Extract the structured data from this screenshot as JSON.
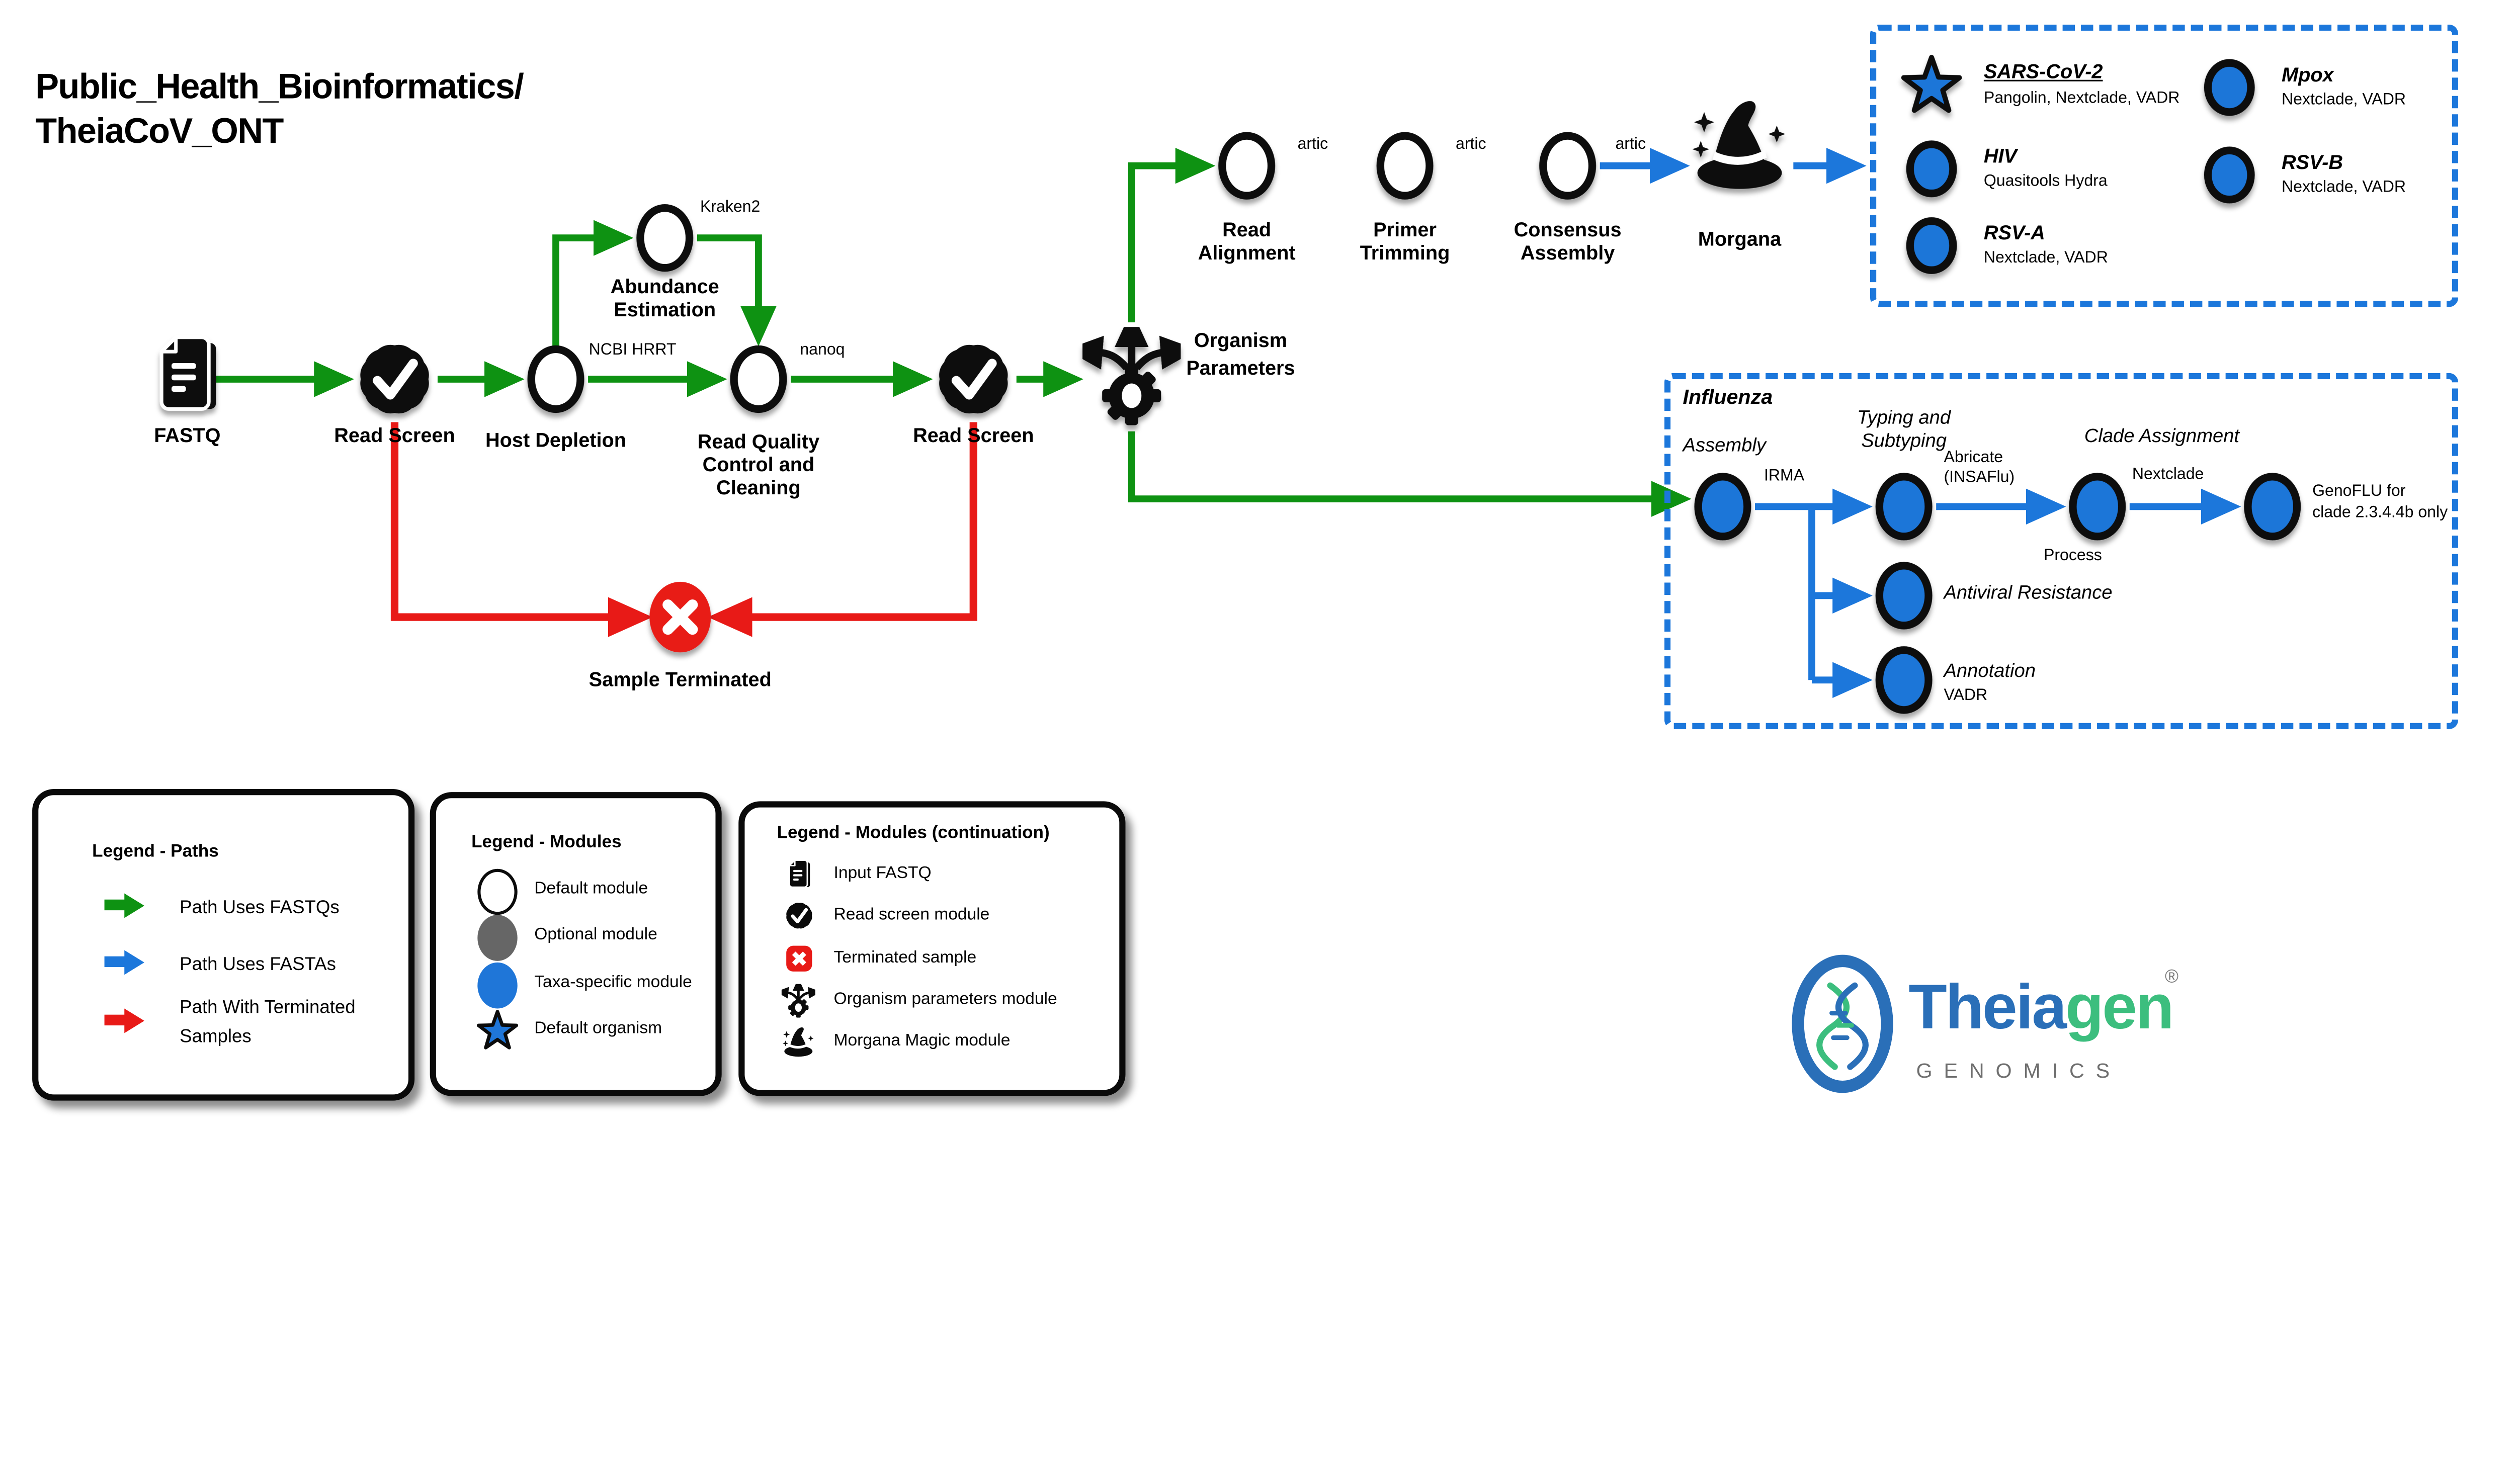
{
  "title": {
    "line1": "Public_Health_Bioinformatics/",
    "line2": "TheiaCoV_ONT"
  },
  "colors": {
    "path_fastq_green": "#0E9212",
    "path_fasta_blue": "#1C77DB",
    "path_terminated_red": "#E81A17",
    "taxa_module_blue": "#1F76D8",
    "optional_module_gray": "#666666",
    "logo_blue": "#2A6FB8",
    "logo_green": "#3CBE7E",
    "logo_gray": "#6e6e6e"
  },
  "nodes": {
    "fastq": {
      "label": "FASTQ"
    },
    "read_screen_1": {
      "label": "Read Screen"
    },
    "host_depletion": {
      "label": "Host Depletion",
      "tool": "NCBI HRRT"
    },
    "abundance": {
      "label_line1": "Abundance",
      "label_line2": "Estimation",
      "tool": "Kraken2"
    },
    "read_quality": {
      "label_line1": "Read Quality",
      "label_line2": "Control and",
      "label_line3": "Cleaning",
      "tool": "nanoq"
    },
    "read_screen_2": {
      "label": "Read Screen"
    },
    "organism_parameters": {
      "label_line1": "Organism",
      "label_line2": "Parameters"
    },
    "sample_terminated": {
      "label": "Sample Terminated"
    },
    "read_alignment": {
      "label_line1": "Read",
      "label_line2": "Alignment",
      "tool": "artic"
    },
    "primer_trimming": {
      "label_line1": "Primer",
      "label_line2": "Trimming",
      "tool": "artic"
    },
    "consensus_assembly": {
      "label_line1": "Consensus",
      "label_line2": "Assembly",
      "tool": "artic"
    },
    "morgana": {
      "label": "Morgana"
    }
  },
  "organisms_box": {
    "items": [
      {
        "name": "SARS-CoV-2",
        "tools": "Pangolin, Nextclade, VADR",
        "icon": "star"
      },
      {
        "name": "HIV",
        "tools": "Quasitools Hydra",
        "icon": "circle"
      },
      {
        "name": "RSV-A",
        "tools": "Nextclade, VADR",
        "icon": "circle"
      },
      {
        "name": "Mpox",
        "tools": "Nextclade, VADR",
        "icon": "circle"
      },
      {
        "name": "RSV-B",
        "tools": "Nextclade, VADR",
        "icon": "circle"
      }
    ]
  },
  "influenza_box": {
    "title": "Influenza",
    "assembly_header": "Assembly",
    "assembly_tool": "IRMA",
    "typing_header_line1": "Typing and",
    "typing_header_line2": "Subtyping",
    "typing_tool_line1": "Abricate",
    "typing_tool_line2": "(INSAFlu)",
    "clade_header": "Clade Assignment",
    "clade_tool": "Nextclade",
    "process_label": "Process",
    "genoflu_line1_roman": "GenoFLU",
    "genoflu_line1_italic": " for",
    "genoflu_line2": "clade 2.3.4.4b only",
    "antiviral_label": "Antiviral Resistance",
    "annotation_label": "Annotation",
    "annotation_tool": "VADR"
  },
  "legend_paths": {
    "title": "Legend - Paths",
    "items": [
      {
        "label": "Path Uses FASTQs"
      },
      {
        "label": "Path Uses FASTAs"
      },
      {
        "label_line1": "Path With Terminated",
        "label_line2": "Samples"
      }
    ]
  },
  "legend_modules": {
    "title": "Legend - Modules",
    "items": [
      {
        "label": "Default module"
      },
      {
        "label": "Optional module"
      },
      {
        "label": "Taxa-specific module"
      },
      {
        "label": "Default organism"
      }
    ]
  },
  "legend_modules_cont": {
    "title": "Legend - Modules (continuation)",
    "items": [
      {
        "label": "Input FASTQ"
      },
      {
        "label": "Read screen module"
      },
      {
        "label": "Terminated sample"
      },
      {
        "label": "Organism parameters module"
      },
      {
        "label": "Morgana Magic module"
      }
    ]
  },
  "logo": {
    "brand_part1": "Theia",
    "brand_part2": "gen",
    "registered": "®",
    "subtitle": "GENOMICS"
  }
}
